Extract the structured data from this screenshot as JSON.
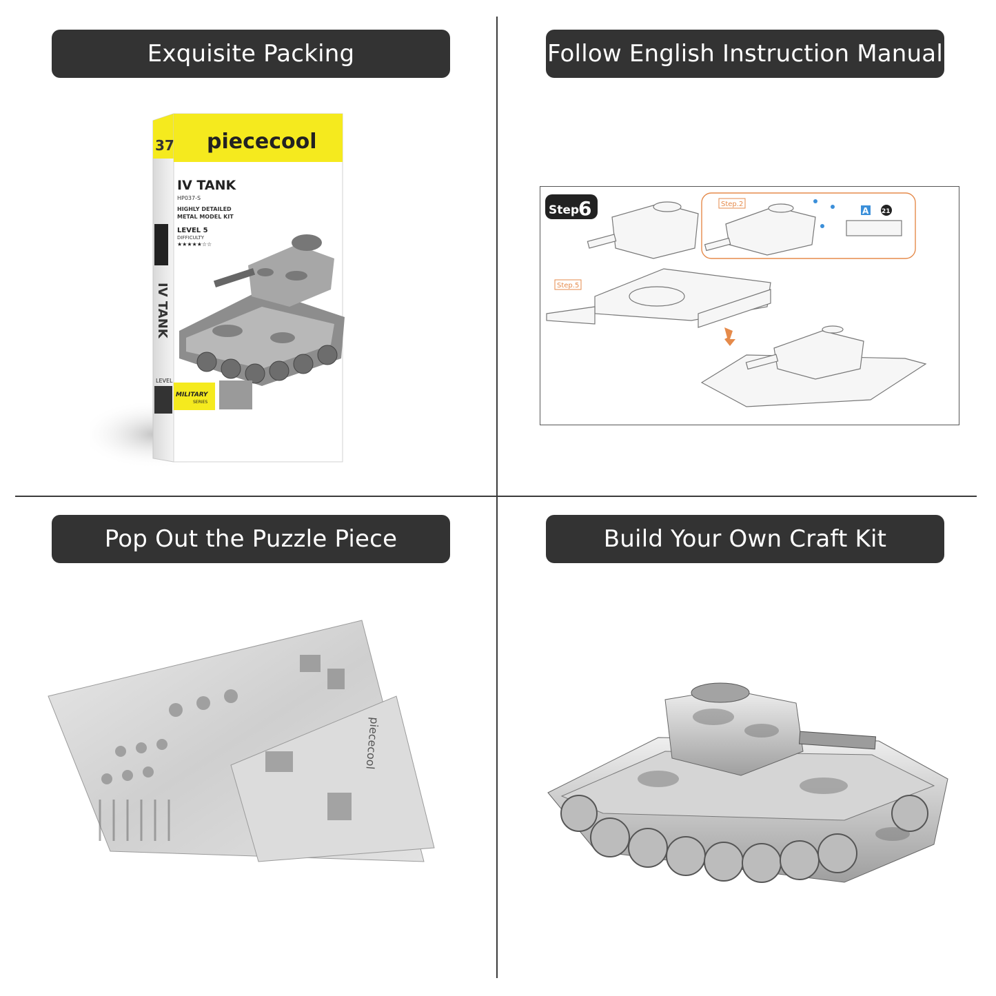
{
  "panels": {
    "top_left": {
      "title": "Exquisite Packing",
      "box": {
        "number": "37",
        "brand": "piececool",
        "model": "IV TANK",
        "code": "HP037-S",
        "desc1": "HIGHLY DETAILED",
        "desc2": "METAL MODEL KIT",
        "level": "LEVEL 5",
        "difficulty": "DIFFICULTY",
        "stars": "★★★★★☆☆",
        "spine": "IV TANK",
        "series1": "MILITARY",
        "series2": "SERIES",
        "spine_level": "LEVEL 5"
      }
    },
    "top_right": {
      "title": "Follow English Instruction Manual",
      "manual": {
        "step_word": "Step",
        "step_num": "6",
        "ref_step2": "Step.2",
        "ref_step5": "Step.5",
        "part_letter": "A",
        "part_num": "21"
      }
    },
    "bottom_left": {
      "title": "Pop Out the Puzzle Piece",
      "sheet_brand": "piececool"
    },
    "bottom_right": {
      "title": "Build Your Own Craft Kit"
    }
  },
  "colors": {
    "pill_bg": "#333333",
    "pill_text": "#ffffff",
    "box_yellow": "#f5ea1e",
    "ref_orange": "#e58a4a",
    "part_blue": "#3b8fd9"
  }
}
